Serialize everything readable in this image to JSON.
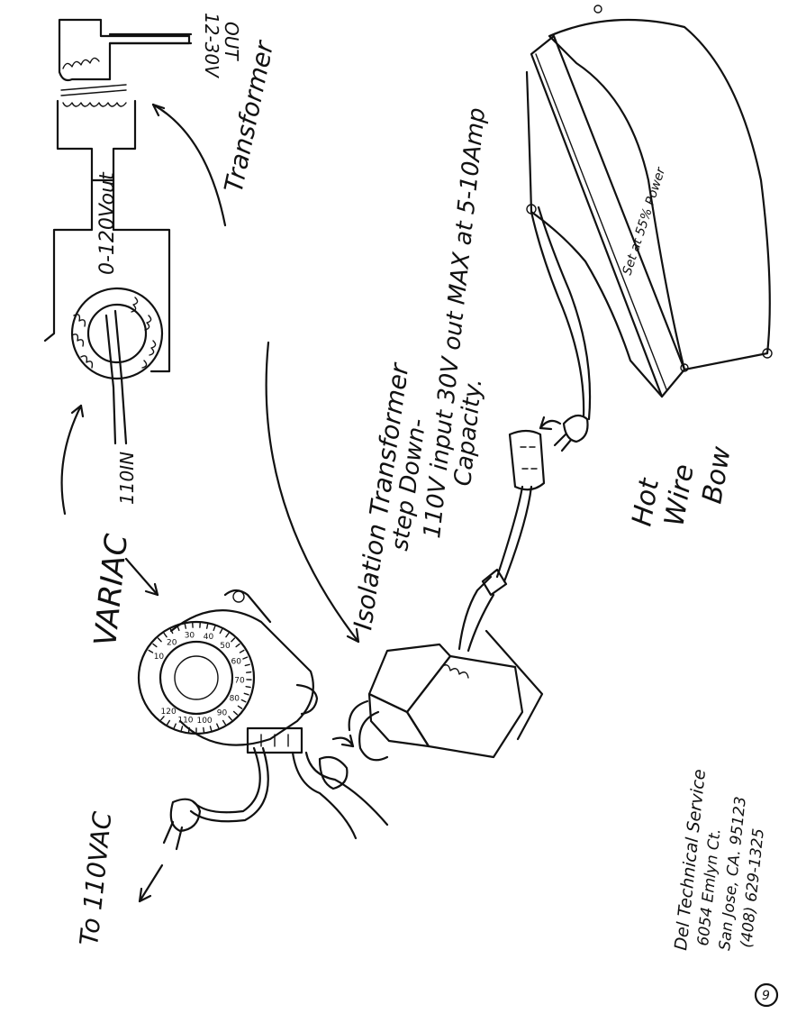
{
  "labels": {
    "output_voltage": "12-30V\nOUT",
    "transformer": "Transformer",
    "secondary_range": "0-120Vout",
    "input_110": "110IN",
    "variac": "VARIAC",
    "isolation_line1": "Isolation Transformer",
    "isolation_line2": "step Down-",
    "isolation_line3": "110V input  30V out MAX at 5-10Amp",
    "isolation_line4": "Capacity.",
    "to_110vac": "To 110VAC",
    "bow_line1": "Hot",
    "bow_line2": "Wire",
    "bow_line3": "Bow",
    "bow_brand": "Set at 55% Power",
    "company_line1": "Del Technical Service",
    "company_line2": "6054 Emlyn Ct.",
    "company_line3": "San Jose, CA. 95123",
    "company_line4": "(408) 629-1325",
    "page_number": "9"
  },
  "dial_numbers": [
    "10",
    "20",
    "30",
    "40",
    "50",
    "60",
    "70",
    "80",
    "90",
    "100",
    "110",
    "120"
  ]
}
